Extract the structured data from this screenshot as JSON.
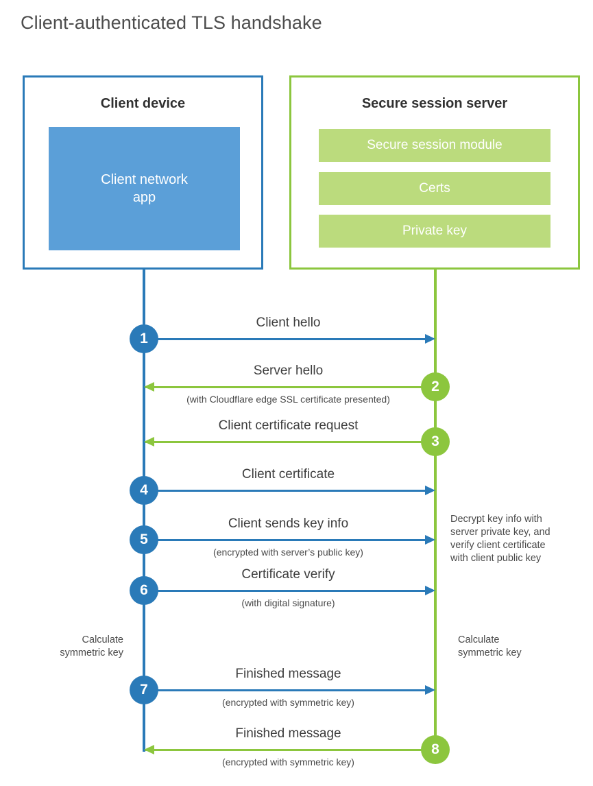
{
  "title": "Client-authenticated TLS handshake",
  "colors": {
    "blue_stroke": "#2a7ab8",
    "blue_fill": "#5b9fd8",
    "green_stroke": "#8cc63e",
    "green_fill": "#bbdb7d",
    "text": "#4d4d4d"
  },
  "client": {
    "title": "Client device",
    "app_label_line1": "Client network",
    "app_label_line2": "app"
  },
  "server": {
    "title": "Secure session server",
    "items": [
      {
        "label": "Secure session module"
      },
      {
        "label": "Certs"
      },
      {
        "label": "Private key"
      }
    ]
  },
  "steps": [
    {
      "number": "1",
      "direction": "to-server",
      "label": "Client hello",
      "sublabel": ""
    },
    {
      "number": "2",
      "direction": "to-client",
      "label": "Server hello",
      "sublabel": "(with Cloudflare edge SSL certificate presented)"
    },
    {
      "number": "3",
      "direction": "to-client",
      "label": "Client certificate request",
      "sublabel": ""
    },
    {
      "number": "4",
      "direction": "to-server",
      "label": "Client certificate",
      "sublabel": ""
    },
    {
      "number": "5",
      "direction": "to-server",
      "label": "Client sends key info",
      "sublabel": "(encrypted with server’s public key)"
    },
    {
      "number": "6",
      "direction": "to-server",
      "label": "Certificate verify",
      "sublabel": "(with digital signature)"
    },
    {
      "number": "7",
      "direction": "to-server",
      "label": "Finished message",
      "sublabel": "(encrypted with symmetric key)"
    },
    {
      "number": "8",
      "direction": "to-client",
      "label": "Finished message",
      "sublabel": "(encrypted with symmetric key)"
    }
  ],
  "notes": {
    "decrypt": {
      "line1": "Decrypt key info with",
      "line2": "server private key, and",
      "line3": "verify client certificate",
      "line4": "with client public key"
    },
    "calc_client": {
      "line1": "Calculate",
      "line2": "symmetric key"
    },
    "calc_server": {
      "line1": "Calculate",
      "line2": "symmetric key"
    }
  }
}
